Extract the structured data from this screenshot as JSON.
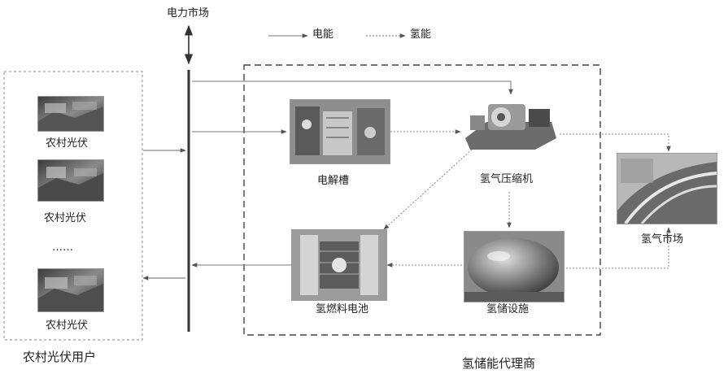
{
  "legend": {
    "electric": "电能",
    "hydrogen": "氢能"
  },
  "labels": {
    "power_market": "电力市场",
    "pv_item_1": "农村光伏",
    "pv_item_2": "农村光伏",
    "pv_ellipsis": "……",
    "pv_item_3": "农村光伏",
    "pv_group": "农村光伏用户",
    "electrolyzer": "电解槽",
    "compressor": "氢气压缩机",
    "hydrogen_market": "氢气市场",
    "fuel_cell": "氢燃料电池",
    "storage": "氢储设施",
    "agent_group": "氢储能代理商"
  },
  "colors": {
    "line": "#777777",
    "bus": "#333333",
    "box_border": "#555555"
  }
}
